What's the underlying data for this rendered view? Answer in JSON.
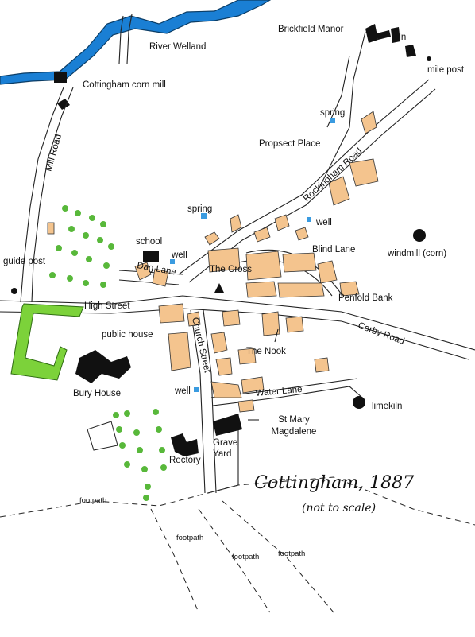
{
  "map": {
    "title": "Cottingham, 1887",
    "subtitle": "(not to scale)",
    "labels": {
      "river": "River Welland",
      "corn_mill": "Cottingham corn mill",
      "mill_road": "Mill Road",
      "brickfield_manor": "Brickfield Manor",
      "kiln": "kiln",
      "mile_post": "mile post",
      "spring_north": "spring",
      "prospect_place": "Propsect Place",
      "rockingham_road": "Rockingham Road",
      "spring_centre": "spring",
      "well_rockingham": "well",
      "school": "school",
      "well_school": "well",
      "dag_lane": "Dag Lane",
      "the_cross": "The Cross",
      "blind_lane": "Blind Lane",
      "windmill": "windmill (corn)",
      "guide_post": "guide post",
      "high_street": "High Street",
      "penfold_bank": "Penfold Bank",
      "corby_road": "Corby Road",
      "public_house": "public house",
      "church_street": "Church Street",
      "the_nook": "The Nook",
      "bury_house": "Bury House",
      "well_church": "well",
      "water_lane": "Water Lane",
      "limekiln": "limekiln",
      "church": "St Mary Magdalene",
      "rectory": "Rectory",
      "graveyard": "Grave Yard",
      "footpath_1": "footpath",
      "footpath_2": "footpath",
      "footpath_3": "footpath",
      "footpath_4": "footpath"
    },
    "colors": {
      "river": "#1a7fd4",
      "houses": "#f4c48e",
      "trees": "#58b83a",
      "hedge": "#7cd23a",
      "well": "#3a9be0",
      "buildings_dark": "#111111"
    }
  }
}
